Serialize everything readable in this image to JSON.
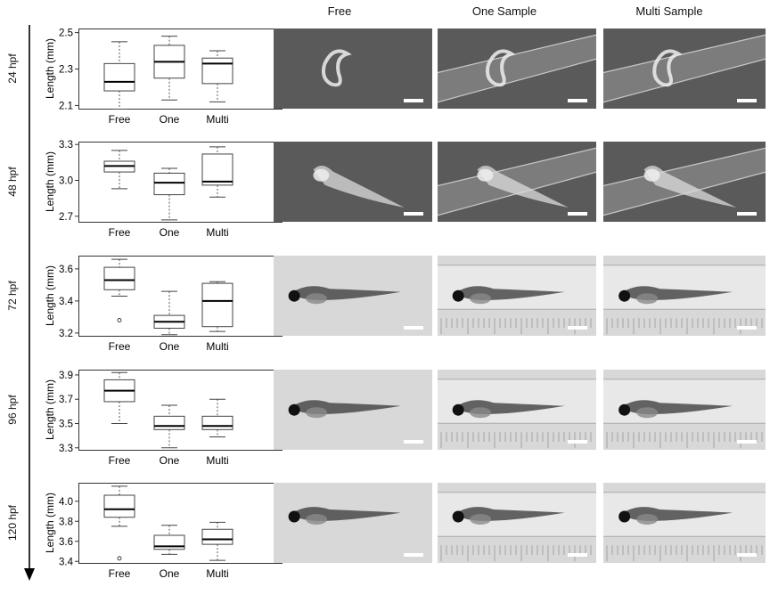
{
  "header": {
    "columns": [
      "Free",
      "One Sample",
      "Multi Sample"
    ]
  },
  "panels": [
    {
      "time": "24 hpf"
    },
    {
      "time": "48 hpf"
    },
    {
      "time": "72 hpf"
    },
    {
      "time": "96 hpf"
    },
    {
      "time": "120 hpf"
    }
  ],
  "photos": {
    "tone_dark": "#5a5a5a",
    "tone_light": "#d8d8d8"
  },
  "chart_data": [
    {
      "type": "box",
      "title": "",
      "ylabel": "Length (mm)",
      "categories": [
        "Free",
        "One",
        "Multi"
      ],
      "yticks": [
        "2.1",
        "2.3",
        "2.5"
      ],
      "ylim": [
        2.08,
        2.52
      ],
      "boxes": [
        {
          "min": 2.08,
          "q1": 2.18,
          "median": 2.23,
          "q3": 2.33,
          "max": 2.45,
          "outliers": []
        },
        {
          "min": 2.13,
          "q1": 2.25,
          "median": 2.34,
          "q3": 2.43,
          "max": 2.48,
          "outliers": []
        },
        {
          "min": 2.12,
          "q1": 2.22,
          "median": 2.33,
          "q3": 2.36,
          "max": 2.4,
          "outliers": []
        }
      ]
    },
    {
      "type": "box",
      "title": "",
      "ylabel": "Length (mm)",
      "categories": [
        "Free",
        "One",
        "Multi"
      ],
      "yticks": [
        "2.7",
        "3.0",
        "3.3"
      ],
      "ylim": [
        2.65,
        3.32
      ],
      "boxes": [
        {
          "min": 2.93,
          "q1": 3.07,
          "median": 3.12,
          "q3": 3.16,
          "max": 3.25,
          "outliers": []
        },
        {
          "min": 2.67,
          "q1": 2.88,
          "median": 2.98,
          "q3": 3.06,
          "max": 3.1,
          "outliers": []
        },
        {
          "min": 2.86,
          "q1": 2.96,
          "median": 2.99,
          "q3": 3.22,
          "max": 3.28,
          "outliers": []
        }
      ]
    },
    {
      "type": "box",
      "title": "",
      "ylabel": "Length (mm)",
      "categories": [
        "Free",
        "One",
        "Multi"
      ],
      "yticks": [
        "3.2",
        "3.4",
        "3.6"
      ],
      "ylim": [
        3.18,
        3.68
      ],
      "boxes": [
        {
          "min": 3.43,
          "q1": 3.47,
          "median": 3.53,
          "q3": 3.61,
          "max": 3.66,
          "outliers": [
            3.28
          ]
        },
        {
          "min": 3.19,
          "q1": 3.23,
          "median": 3.27,
          "q3": 3.31,
          "max": 3.46,
          "outliers": []
        },
        {
          "min": 3.21,
          "q1": 3.24,
          "median": 3.4,
          "q3": 3.51,
          "max": 3.52,
          "outliers": []
        }
      ]
    },
    {
      "type": "box",
      "title": "",
      "ylabel": "Length (mm)",
      "categories": [
        "Free",
        "One",
        "Multi"
      ],
      "yticks": [
        "3.3",
        "3.5",
        "3.7",
        "3.9"
      ],
      "ylim": [
        3.28,
        3.94
      ],
      "boxes": [
        {
          "min": 3.5,
          "q1": 3.68,
          "median": 3.77,
          "q3": 3.86,
          "max": 3.92,
          "outliers": []
        },
        {
          "min": 3.3,
          "q1": 3.45,
          "median": 3.48,
          "q3": 3.56,
          "max": 3.65,
          "outliers": []
        },
        {
          "min": 3.39,
          "q1": 3.45,
          "median": 3.48,
          "q3": 3.56,
          "max": 3.7,
          "outliers": []
        }
      ]
    },
    {
      "type": "box",
      "title": "",
      "ylabel": "Length (mm)",
      "categories": [
        "Free",
        "One",
        "Multi"
      ],
      "yticks": [
        "3.4",
        "3.6",
        "3.8",
        "4.0"
      ],
      "ylim": [
        3.38,
        4.18
      ],
      "boxes": [
        {
          "min": 3.75,
          "q1": 3.84,
          "median": 3.92,
          "q3": 4.06,
          "max": 4.15,
          "outliers": [
            3.43
          ]
        },
        {
          "min": 3.47,
          "q1": 3.52,
          "median": 3.55,
          "q3": 3.66,
          "max": 3.76,
          "outliers": []
        },
        {
          "min": 3.41,
          "q1": 3.57,
          "median": 3.62,
          "q3": 3.72,
          "max": 3.79,
          "outliers": []
        }
      ]
    }
  ]
}
